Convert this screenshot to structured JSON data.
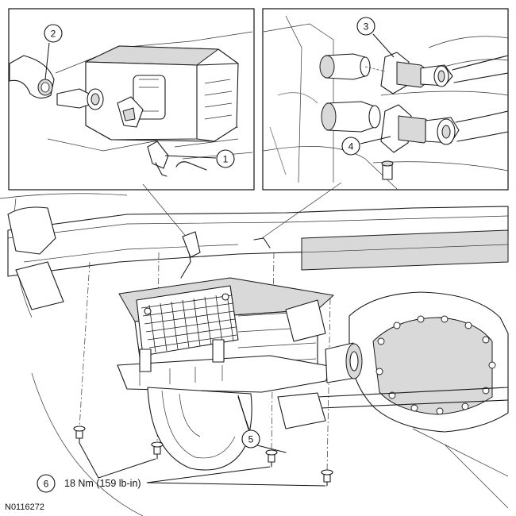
{
  "callouts": {
    "c1": "1",
    "c2": "2",
    "c3": "3",
    "c4": "4",
    "c5": "5",
    "c6": "6"
  },
  "torque_label": "18 Nm (159 lb-in)",
  "figure_id": "N0116272",
  "colors": {
    "line": "#1a1a1a",
    "shade": "#d9d9d9",
    "background": "#ffffff"
  }
}
